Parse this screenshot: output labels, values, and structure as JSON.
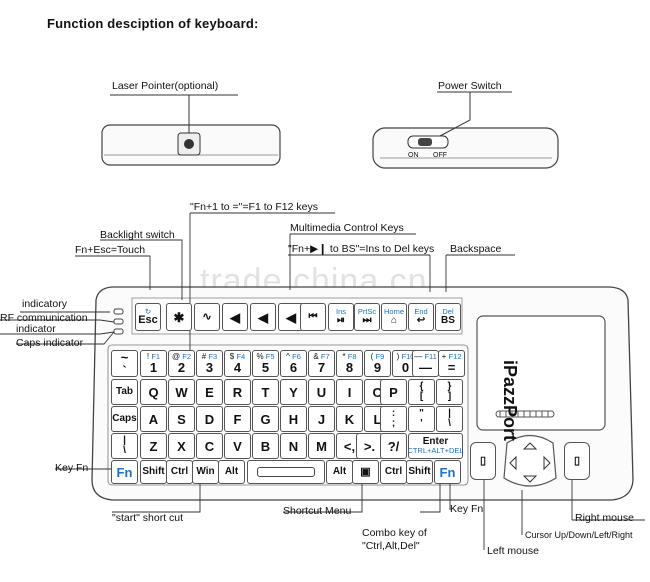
{
  "title": "Function desciption of keyboard:",
  "watermark": "trade.china.cn",
  "labels": {
    "laser": "Laser Pointer(optional)",
    "power": "Power Switch",
    "on": "ON",
    "off": "OFF",
    "fn1": "\"Fn+1 to =\"=F1 to F12 keys",
    "backlight": "Backlight switch",
    "fnesc": "Fn+Esc=Touch",
    "multimedia": "Multimedia Control Keys",
    "fnbs": "\"Fn+▶❙ to BS\"=Ins to Del keys",
    "backspace": "Backspace",
    "indicatory": "indicatory",
    "rf1": "RF communication",
    "rf2": "indicator",
    "caps": "Caps indicator",
    "keyfn_left": "Key Fn",
    "keyfn_right": "Key Fn",
    "start": "\"start\" short cut",
    "shortcut": "Shortcut Menu",
    "combo1": "Combo key of",
    "combo2": "\"Ctrl,Alt,Del\"",
    "leftmouse": "Left mouse",
    "rightmouse": "Right mouse",
    "cursor": "Cursor Up/Down/Left/Right",
    "brand": "iPazzPort"
  },
  "keyboard": {
    "top": {
      "esc": "Esc",
      "ins": "Ins",
      "prtsc": "PrtSc",
      "home": "Home",
      "end": "End",
      "del": "Del",
      "bs": "BS"
    },
    "num": [
      "1",
      "2",
      "3",
      "4",
      "5",
      "6",
      "7",
      "8",
      "9",
      "0",
      "—",
      "="
    ],
    "fkeys": [
      "F1",
      "F2",
      "F3",
      "F4",
      "F5",
      "F6",
      "F7",
      "F8",
      "F9",
      "F10",
      "F11",
      "F12"
    ],
    "numtop": [
      "!",
      "@",
      "#",
      "$",
      "%",
      "^",
      "&",
      "*",
      "(",
      ")",
      "—",
      "+"
    ],
    "row_q": [
      "Q",
      "W",
      "E",
      "R",
      "T",
      "Y",
      "U",
      "I",
      "O",
      "P"
    ],
    "row_a": [
      "A",
      "S",
      "D",
      "F",
      "G",
      "H",
      "J",
      "K",
      "L"
    ],
    "row_z": [
      "Z",
      "X",
      "C",
      "V",
      "B",
      "N",
      "M"
    ],
    "tab": "Tab",
    "caps": "Caps",
    "fn": "Fn",
    "shift": "Shift",
    "ctrl": "Ctrl",
    "win": "Win",
    "alt": "Alt",
    "enter": "Enter",
    "enter_sub": "CTRL+ALT+DEL",
    "tilde": "~",
    "grave": "`",
    "lbrace": "{",
    "lbrack": "[",
    "rbrace": "}",
    "rbrack": "]",
    "colon": ":",
    "semi": ";",
    "quote": "\"",
    "apos": "'",
    "lt": "<,",
    "gt": ">.",
    "qm": "?/",
    "bar": "|",
    "bslash": "\\"
  }
}
